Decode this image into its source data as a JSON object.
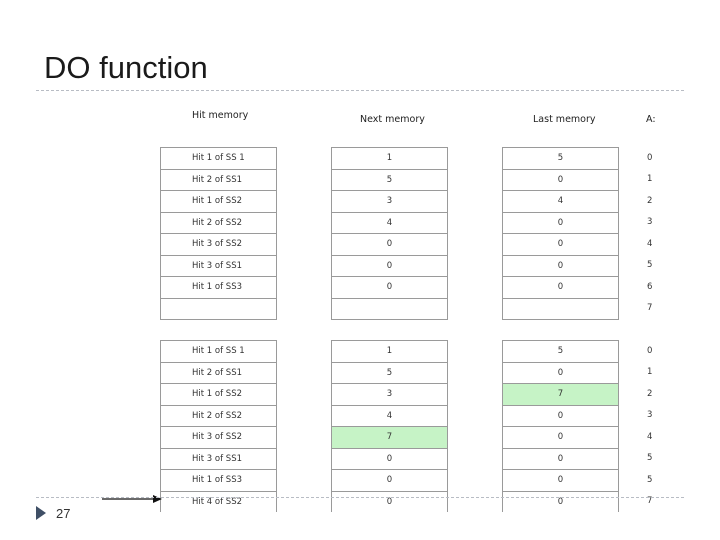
{
  "slide": {
    "title": "DO function",
    "page_number": "27"
  },
  "figure": {
    "headers": {
      "hit": "Hit memory",
      "next": "Next memory",
      "last": "Last memory",
      "addr": "A:"
    },
    "highlight_color": "#c6f3c6",
    "table_top": {
      "hits": [
        "Hit 1 of SS 1",
        "Hit 2 of SS1",
        "Hit 1 of SS2",
        "Hit 2 of SS2",
        "Hit 3 of SS2",
        "Hit 3 of SS1",
        "Hit 1 of SS3",
        ""
      ],
      "next": [
        "1",
        "5",
        "3",
        "4",
        "0",
        "0",
        "0",
        ""
      ],
      "last": [
        "5",
        "0",
        "4",
        "0",
        "0",
        "0",
        "0",
        ""
      ],
      "addresses": [
        "0",
        "1",
        "2",
        "3",
        "4",
        "5",
        "6",
        "7"
      ]
    },
    "table_bottom": {
      "hits": [
        "Hit 1 of SS 1",
        "Hit 2 of SS1",
        "Hit 1 of SS2",
        "Hit 2 of SS2",
        "Hit 3 of SS2",
        "Hit 3 of SS1",
        "Hit 1 of SS3",
        "Hit 4 of SS2"
      ],
      "next": [
        "1",
        "5",
        "3",
        "4",
        "7",
        "0",
        "0",
        "0"
      ],
      "last": [
        "5",
        "0",
        "7",
        "0",
        "0",
        "0",
        "0",
        "0"
      ],
      "addresses": [
        "0",
        "1",
        "2",
        "3",
        "4",
        "5",
        "5",
        "7"
      ],
      "highlight_next_row": 4,
      "highlight_last_row": 2
    }
  }
}
